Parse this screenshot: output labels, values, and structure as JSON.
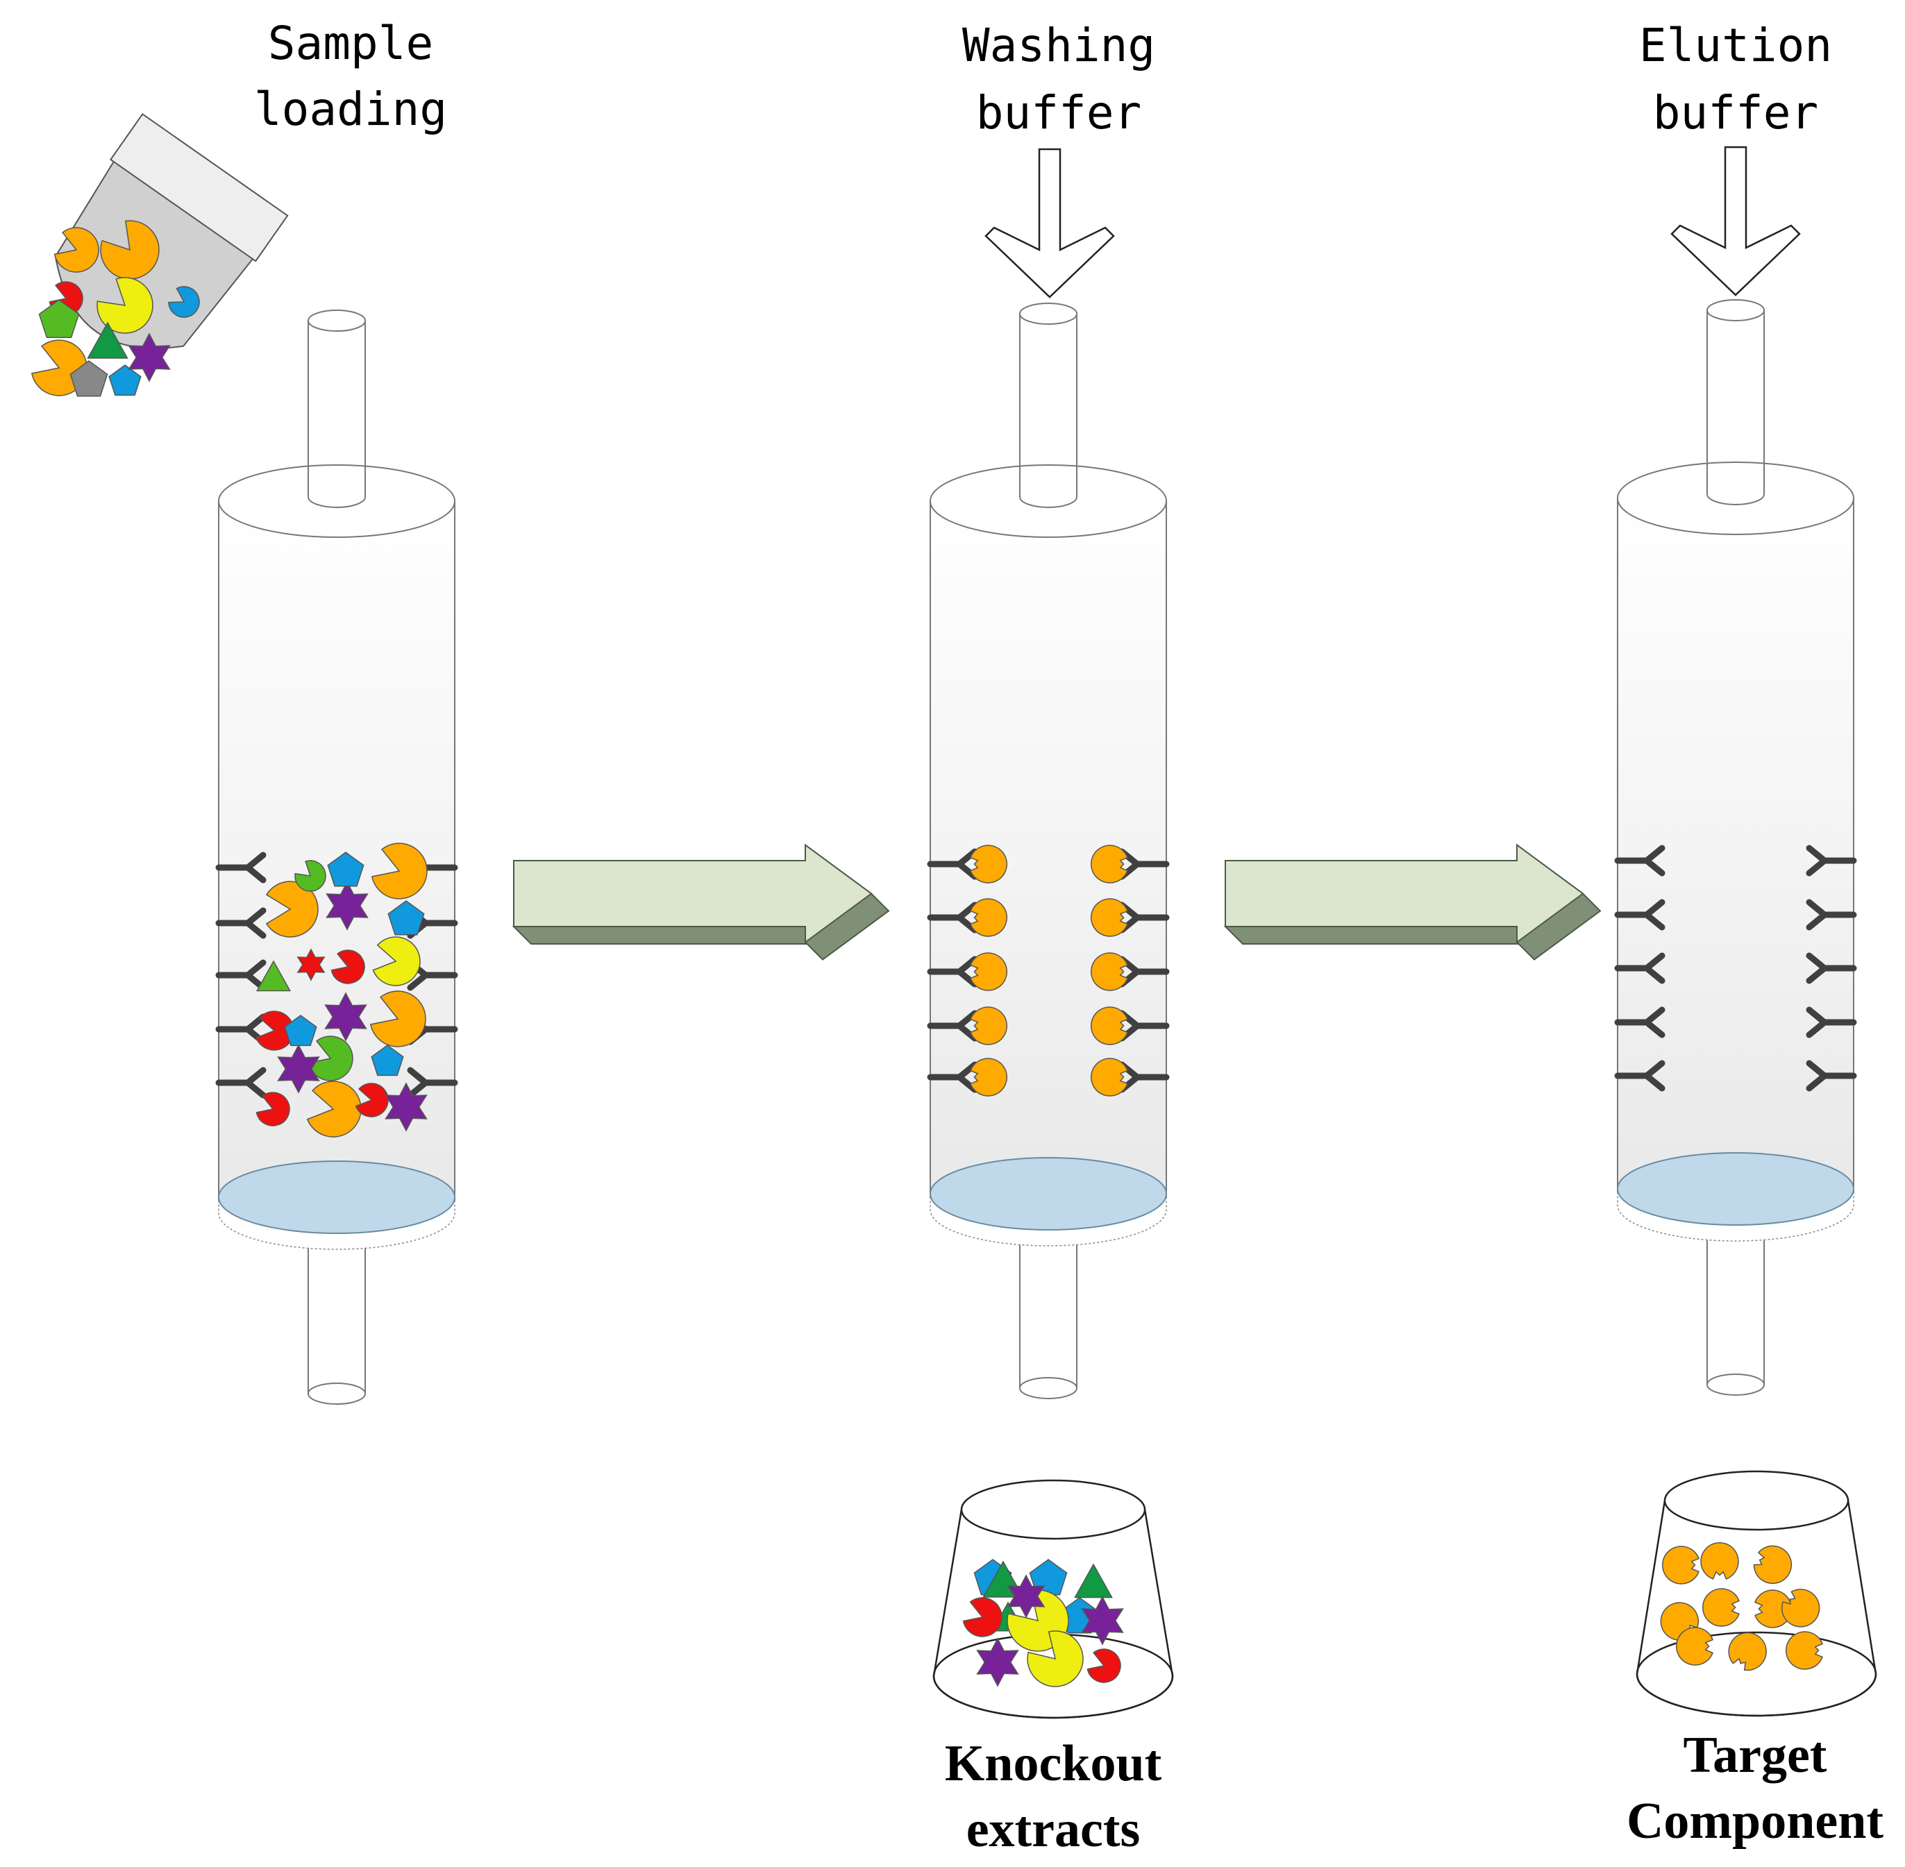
{
  "labels": {
    "sample_loading": [
      "Sample",
      "loading"
    ],
    "washing_buffer": [
      "Washing",
      "buffer"
    ],
    "elution_buffer": [
      "Elution",
      "buffer"
    ],
    "knockout_extracts": [
      "Knockout",
      "extracts"
    ],
    "target_component": [
      "Target",
      "Component"
    ]
  },
  "colors": {
    "orange": "#FFAA00",
    "red": "#EE1111",
    "yellow": "#EEEE11",
    "green": "#55BB22",
    "dark_green": "#119944",
    "blue": "#1199DD",
    "purple": "#772299",
    "gray": "#888888",
    "antibody": "#404040",
    "frit": "#BFD8EA",
    "arrow_face": "#DCE6CE",
    "arrow_side": "#7F9077"
  },
  "stages": [
    {
      "name": "sample-loading",
      "state": "mixed sample bound and unbound"
    },
    {
      "name": "washing",
      "state": "target bound to antibodies"
    },
    {
      "name": "elution",
      "state": "free antibodies"
    }
  ]
}
